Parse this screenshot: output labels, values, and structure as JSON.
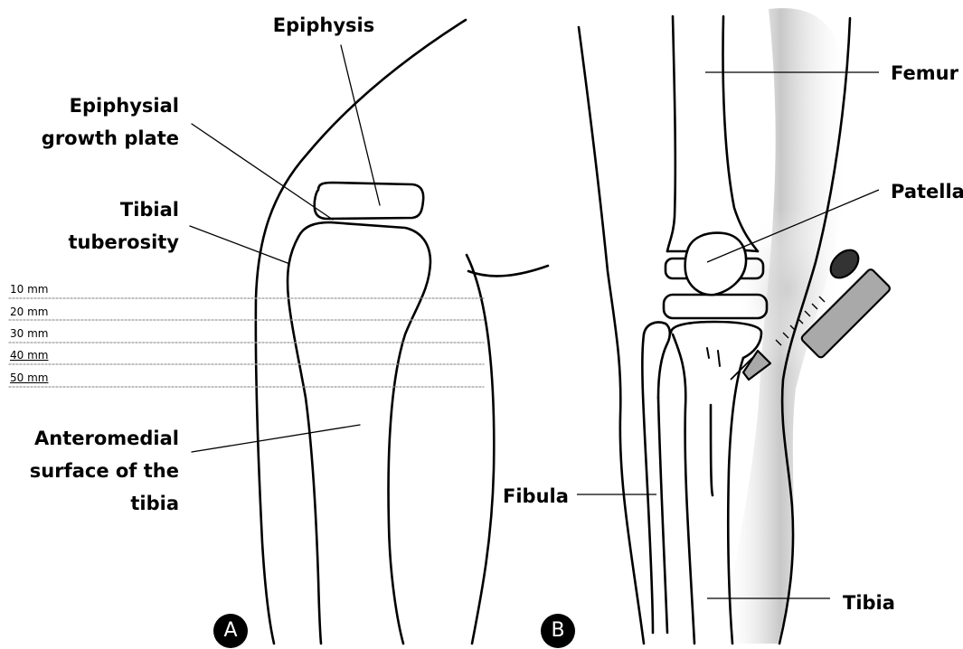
{
  "panel_a": {
    "labels": {
      "epiphysis": "Epiphysis",
      "growth_plate": [
        "Epiphysial",
        "growth plate"
      ],
      "tibial_tuberosity": [
        "Tibial",
        "tuberosity"
      ],
      "anteromedial_surface": [
        "Anteromedial",
        "surface of the",
        "tibia"
      ]
    },
    "depth_marks": [
      "10 mm",
      "20 mm",
      "30 mm",
      "40 mm",
      "50 mm"
    ],
    "panel_letter": "A"
  },
  "panel_b": {
    "labels": {
      "femur": "Femur",
      "patella": "Patella",
      "fibula": "Fibula",
      "tibia": "Tibia"
    },
    "panel_letter": "B"
  }
}
